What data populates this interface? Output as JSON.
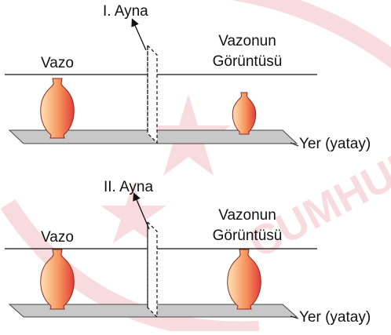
{
  "panels": [
    {
      "mirror_label": "I. Ayna",
      "object_label": "Vazo",
      "image_label_line1": "Vazonun",
      "image_label_line2": "Görüntüsü",
      "ground_label": "Yer (yatay)"
    },
    {
      "mirror_label": "II. Ayna",
      "object_label": "Vazo",
      "image_label_line1": "Vazonun",
      "image_label_line2": "Görüntüsü",
      "ground_label": "Yer (yatay)"
    }
  ],
  "colors": {
    "vase_light": "#ffd9a8",
    "vase_dark": "#e8443a",
    "ground": "#c8c8c8",
    "watermark": "#d9263a"
  },
  "watermark_text": "CUMHURİYETİ"
}
